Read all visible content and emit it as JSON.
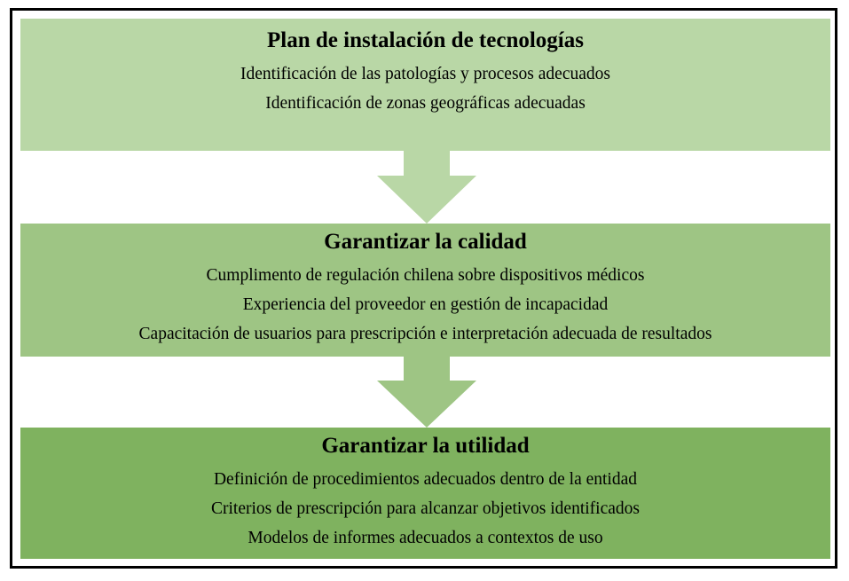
{
  "colors": {
    "stage1": "#b9d7a6",
    "stage2": "#9ec584",
    "stage3": "#7fb25f",
    "arrow1": "#b9d7a6",
    "arrow2": "#9ec584",
    "frame": "#000000"
  },
  "stages": [
    {
      "title": "Plan de instalación de tecnologías",
      "items": [
        "Identificación de las patologías y procesos adecuados",
        "Identificación de zonas geográficas adecuadas"
      ]
    },
    {
      "title": "Garantizar la calidad",
      "items": [
        "Cumplimento de regulación chilena sobre dispositivos médicos",
        "Experiencia del proveedor en gestión de incapacidad",
        "Capacitación de usuarios para prescripción e interpretación adecuada de resultados"
      ]
    },
    {
      "title": "Garantizar la utilidad",
      "items": [
        "Definición de procedimientos adecuados dentro de la entidad",
        "Criterios de prescripción para alcanzar objetivos identificados",
        "Modelos de informes adecuados a contextos de uso"
      ]
    }
  ]
}
